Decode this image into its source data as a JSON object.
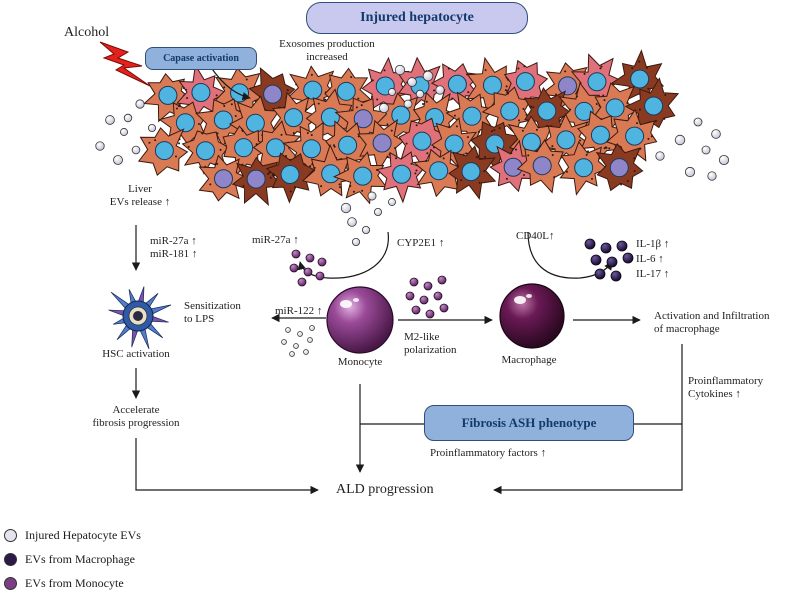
{
  "title": "Injured hepatocyte",
  "trigger": "Alcohol",
  "boxes": {
    "caspase": "Capase activation",
    "fibrosis": "Fibrosis ASH phenotype"
  },
  "labels": {
    "exosomes_line1": "Exosomes production",
    "exosomes_line2": "increased",
    "liver_line1": "Liver",
    "liver_line2": "EVs release ↑",
    "mir27a_181_line1": "miR-27a ↑",
    "mir27a_181_line2": "miR-181 ↑",
    "mir27a": "miR-27a ↑",
    "cyp2e1": "CYP2E1 ↑",
    "cd40l": "CD40L↑",
    "il1b": "IL-1β ↑",
    "il6": "IL-6 ↑",
    "il17": "IL-17 ↑",
    "sensitization_line1": "Sensitization",
    "sensitization_line2": "to LPS",
    "mir122": "miR-122 ↑",
    "m2_line1": "M2-like",
    "m2_line2": "polarization",
    "hsc_activation": "HSC activation",
    "monocyte": "Monocyte",
    "macrophage": "Macrophage",
    "activation_line1": "Activation and Infiltration",
    "activation_line2": "of macrophage",
    "accelerate_line1": "Accelerate",
    "accelerate_line2": "fibrosis progression",
    "proinflam_cyt_line1": "Proinflammatory",
    "proinflam_cyt_line2": "Cytokines ↑",
    "proinflam_factors": "Proinflammatory factors ↑",
    "ald": "ALD progression"
  },
  "legend": [
    {
      "label": "Injured Hepatocyte EVs",
      "color": "#e4e4ee"
    },
    {
      "label": "EVs from Macrophage",
      "color": "#2b1a4a"
    },
    {
      "label": "EVs from Monocyte",
      "color": "#7a3f82"
    }
  ],
  "colors": {
    "pill_fill": "#8fb1dc",
    "title_fill": "#c9c8ef",
    "hepatocyte_orange": "#d97a55",
    "hepatocyte_pink": "#e0707a",
    "hepatocyte_brown": "#8b3a22",
    "nucleus": "#4fb4e0",
    "monocyte": "#8a3d8c",
    "macrophage": "#5a1a4a",
    "hsc": "#4f7ecb"
  }
}
